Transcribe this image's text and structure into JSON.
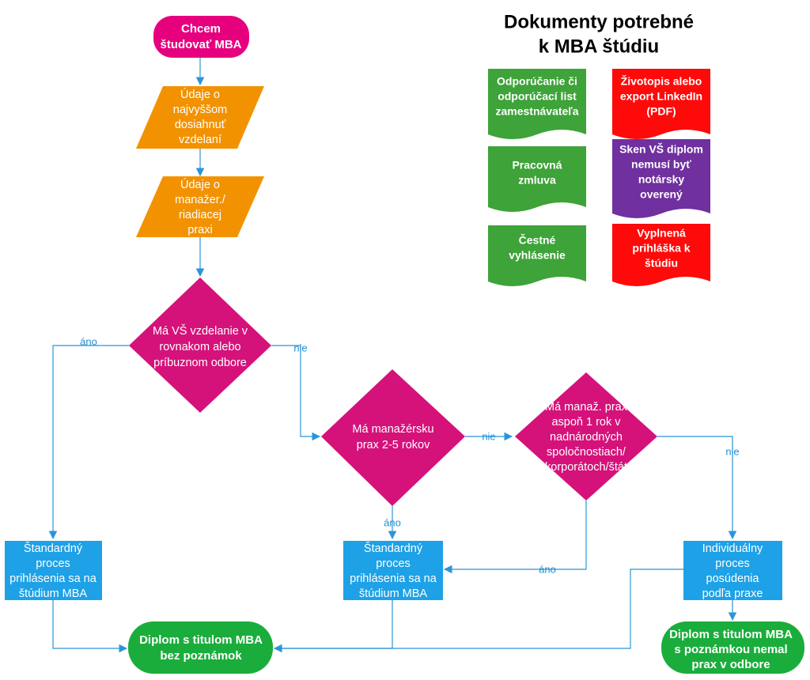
{
  "colors": {
    "start_pink": "#e6007e",
    "io_orange": "#f39200",
    "decision_magenta": "#d5127a",
    "process_blue": "#1ea1e6",
    "terminal_green": "#1aad3b",
    "doc_green": "#3ea339",
    "doc_red": "#ff0a0a",
    "doc_purple": "#7030a0",
    "connector": "#2b95d6"
  },
  "title": {
    "lines": [
      "Dokumenty potrebné",
      "k MBA štúdiu"
    ]
  },
  "start": {
    "lines": [
      "Chcem",
      "študovať MBA"
    ]
  },
  "inputs": [
    {
      "lines": [
        "Údaje o",
        "najvyššom",
        "dosiahnuť",
        "vzdelaní"
      ]
    },
    {
      "lines": [
        "Údaje o",
        "manažer./",
        "riadiacej",
        "praxi"
      ]
    }
  ],
  "decisions": [
    {
      "lines": [
        "Má VŠ vzdelanie v",
        "rovnakom alebo",
        "príbuznom odbore"
      ]
    },
    {
      "lines": [
        "Má manažérsku",
        "prax 2-5 rokov"
      ]
    },
    {
      "lines": [
        "Má manaž. prax",
        "aspoň 1 rok v",
        "nadnárodných",
        "spoločnostiach/",
        "korporátoch/štát"
      ]
    }
  ],
  "processes": [
    {
      "lines": [
        "Štandardný",
        "proces",
        "prihlásenia sa na",
        "štúdium MBA"
      ]
    },
    {
      "lines": [
        "Štandardný",
        "proces",
        "prihlásenia sa na",
        "štúdium MBA"
      ]
    },
    {
      "lines": [
        "Individuálny",
        "proces",
        "posúdenia",
        "podľa praxe"
      ]
    }
  ],
  "terminals": [
    {
      "lines": [
        "Diplom s titulom MBA",
        "bez poznámok"
      ]
    },
    {
      "lines": [
        "Diplom s titulom MBA",
        "s poznámkou nemal",
        "prax v odbore"
      ]
    }
  ],
  "documents": [
    {
      "lines": [
        "Odporúčanie či",
        "odporúčací list",
        "zamestnávateľa"
      ]
    },
    {
      "lines": [
        "Životopis alebo",
        "export LinkedIn",
        "(PDF)"
      ]
    },
    {
      "lines": [
        "Pracovná",
        "zmluva"
      ]
    },
    {
      "lines": [
        "Sken VŠ diplom",
        "nemusí byť",
        "notársky",
        "overený"
      ]
    },
    {
      "lines": [
        "Čestné",
        "vyhlásenie"
      ]
    },
    {
      "lines": [
        "Vyplnená",
        "prihláška k",
        "štúdiu"
      ]
    }
  ],
  "edge_labels": {
    "yes1": "áno",
    "no1": "nie",
    "no2": "nie",
    "yes2": "áno",
    "no3": "nie",
    "yes3": "áno"
  }
}
